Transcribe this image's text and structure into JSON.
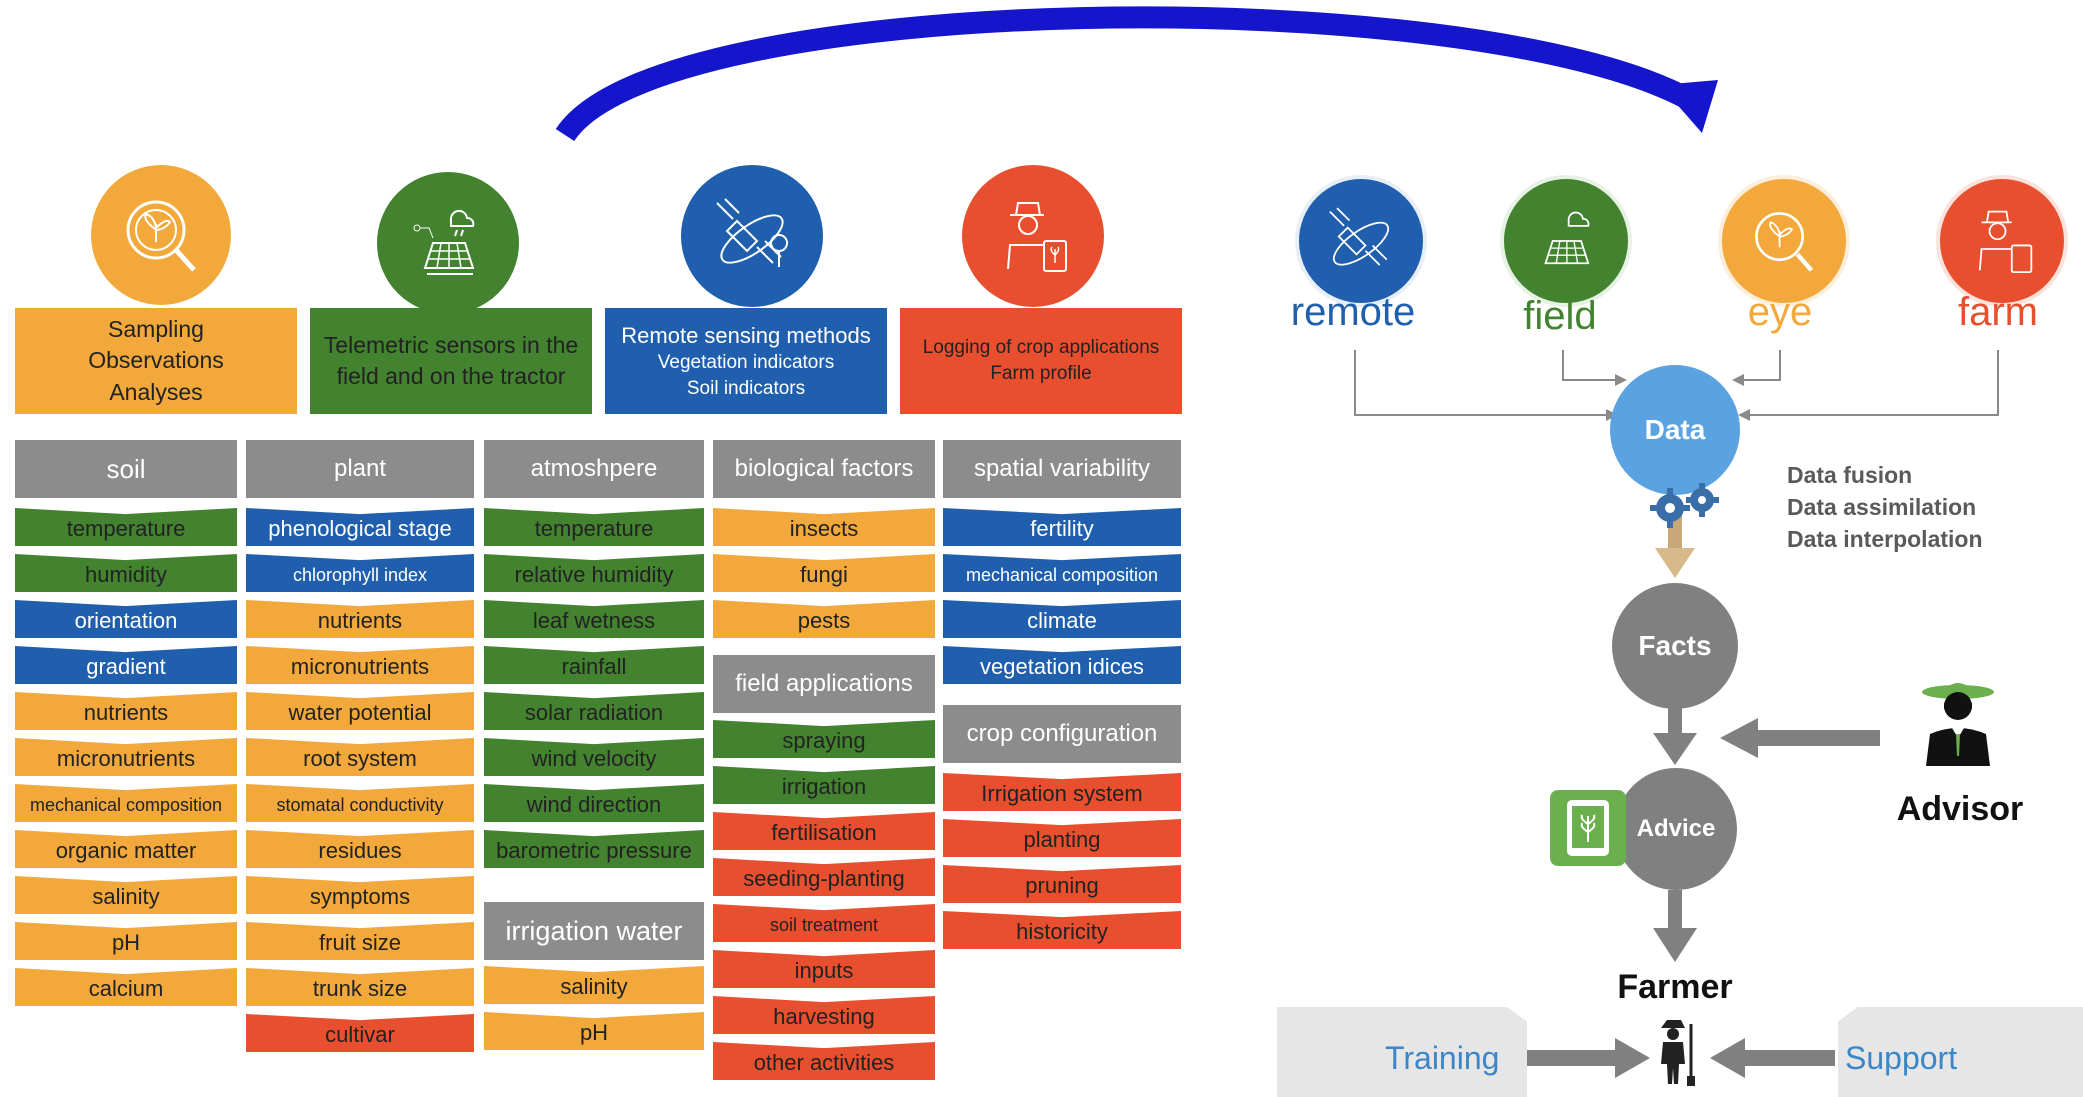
{
  "sources": [
    {
      "icon": "magnifier-sprout-icon",
      "lines": [
        "Sampling",
        "Observations",
        "Analyses"
      ],
      "color": "#f2a83a"
    },
    {
      "icon": "sensor-grid-cloud-icon",
      "lines": [
        "Telemetric sensors in the",
        "field and on the tractor"
      ],
      "color": "#43822f"
    },
    {
      "icon": "satellite-icon",
      "lines": [
        "Remote sensing methods",
        "Vegetation indicators",
        "Soil indicators"
      ],
      "color": "#1f5fad"
    },
    {
      "icon": "farmer-tablet-icon",
      "lines": [
        "Logging of crop applications",
        "Farm profile"
      ],
      "color": "#e84f2e"
    }
  ],
  "columns": {
    "soil": {
      "header": "soil",
      "items": [
        "temperature",
        "humidity",
        "orientation",
        "gradient",
        "nutrients",
        "micronutrients",
        "mechanical composition",
        "organic matter",
        "salinity",
        "pH",
        "calcium"
      ]
    },
    "plant": {
      "header": "plant",
      "items": [
        "phenological stage",
        "chlorophyll index",
        "nutrients",
        "micronutrients",
        "water potential",
        "root system",
        "stomatal conductivity",
        "residues",
        "symptoms",
        "fruit size",
        "trunk size",
        "cultivar"
      ]
    },
    "atmosphere": {
      "header": "atmoshpere",
      "items": [
        "temperature",
        "relative humidity",
        "leaf wetness",
        "rainfall",
        "solar radiation",
        "wind velocity",
        "wind direction",
        "barometric pressure"
      ]
    },
    "irrigation_water": {
      "header": "irrigation water",
      "items": [
        "salinity",
        "pH"
      ]
    },
    "biological": {
      "header": "biological factors",
      "items": [
        "insects",
        "fungi",
        "pests"
      ]
    },
    "field_applications": {
      "header": "field applications",
      "items": [
        "spraying",
        "irrigation",
        "fertilisation",
        "seeding-planting",
        "soil treatment",
        "inputs",
        "harvesting",
        "other activities"
      ]
    },
    "spatial": {
      "header": "spatial variability",
      "items": [
        "fertility",
        "mechanical composition",
        "climate",
        "vegetation idices"
      ]
    },
    "crop_config": {
      "header": "crop configuration",
      "items": [
        "Irrigation system",
        "planting",
        "pruning",
        "historicity"
      ]
    }
  },
  "right": {
    "sources": [
      {
        "label": "remote",
        "icon": "satellite-icon",
        "color": "#1f5fad"
      },
      {
        "label": "field",
        "icon": "sensor-grid-cloud-icon",
        "color": "#43822f"
      },
      {
        "label": "eye",
        "icon": "magnifier-sprout-icon",
        "color": "#f2a83a"
      },
      {
        "label": "farm",
        "icon": "farmer-tablet-icon",
        "color": "#e84f2e"
      }
    ],
    "data_node": "Data",
    "processes": [
      "Data fusion",
      "Data assimilation",
      "Data interpolation"
    ],
    "facts_node": "Facts",
    "advice_node": "Advice",
    "advisor": "Advisor",
    "farmer": "Farmer",
    "training": "Training",
    "support": "Support"
  }
}
